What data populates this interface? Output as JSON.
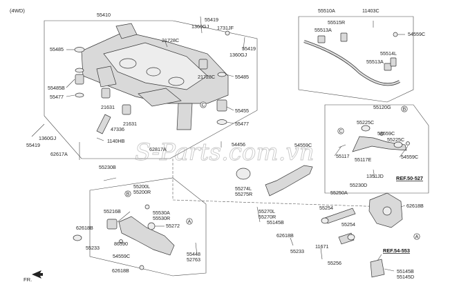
{
  "header": {
    "variant": "(4WD)",
    "footer_arrow": "FR."
  },
  "watermark": "S-Parts.com.vn",
  "labels": [
    "55410",
    "55419",
    "1360GJ",
    "1731JF",
    "55419",
    "1360GJ",
    "21728C",
    "55485",
    "55485B",
    "55477",
    "21631",
    "21728C",
    "55485",
    "55455",
    "55477",
    "21631",
    "47336",
    "1140HB",
    "55419",
    "1360GJ",
    "62617A",
    "62817A",
    "54456",
    "55510A",
    "11403C",
    "55515R",
    "55513A",
    "54559C",
    "55514L",
    "55513A",
    "55120G",
    "55225C",
    "54559C",
    "55225C",
    "54559C",
    "55117",
    "55117E",
    "1351JD",
    "54559C",
    "55230B",
    "55274L",
    "55275R",
    "55230D",
    "55250A",
    "REF.50-527",
    "62618B",
    "55254",
    "55254",
    "55270L",
    "55270R",
    "55145B",
    "62618B",
    "55233",
    "11671",
    "55256",
    "REF.54-553",
    "55145B",
    "55145D",
    "55200L",
    "55200R",
    "55530A",
    "55530R",
    "55216B",
    "55272",
    "62618B",
    "55233",
    "86590",
    "54559C",
    "55448",
    "52763",
    "62618B"
  ],
  "callouts": [
    "C",
    "B",
    "A",
    "C",
    "B",
    "A",
    "B"
  ]
}
